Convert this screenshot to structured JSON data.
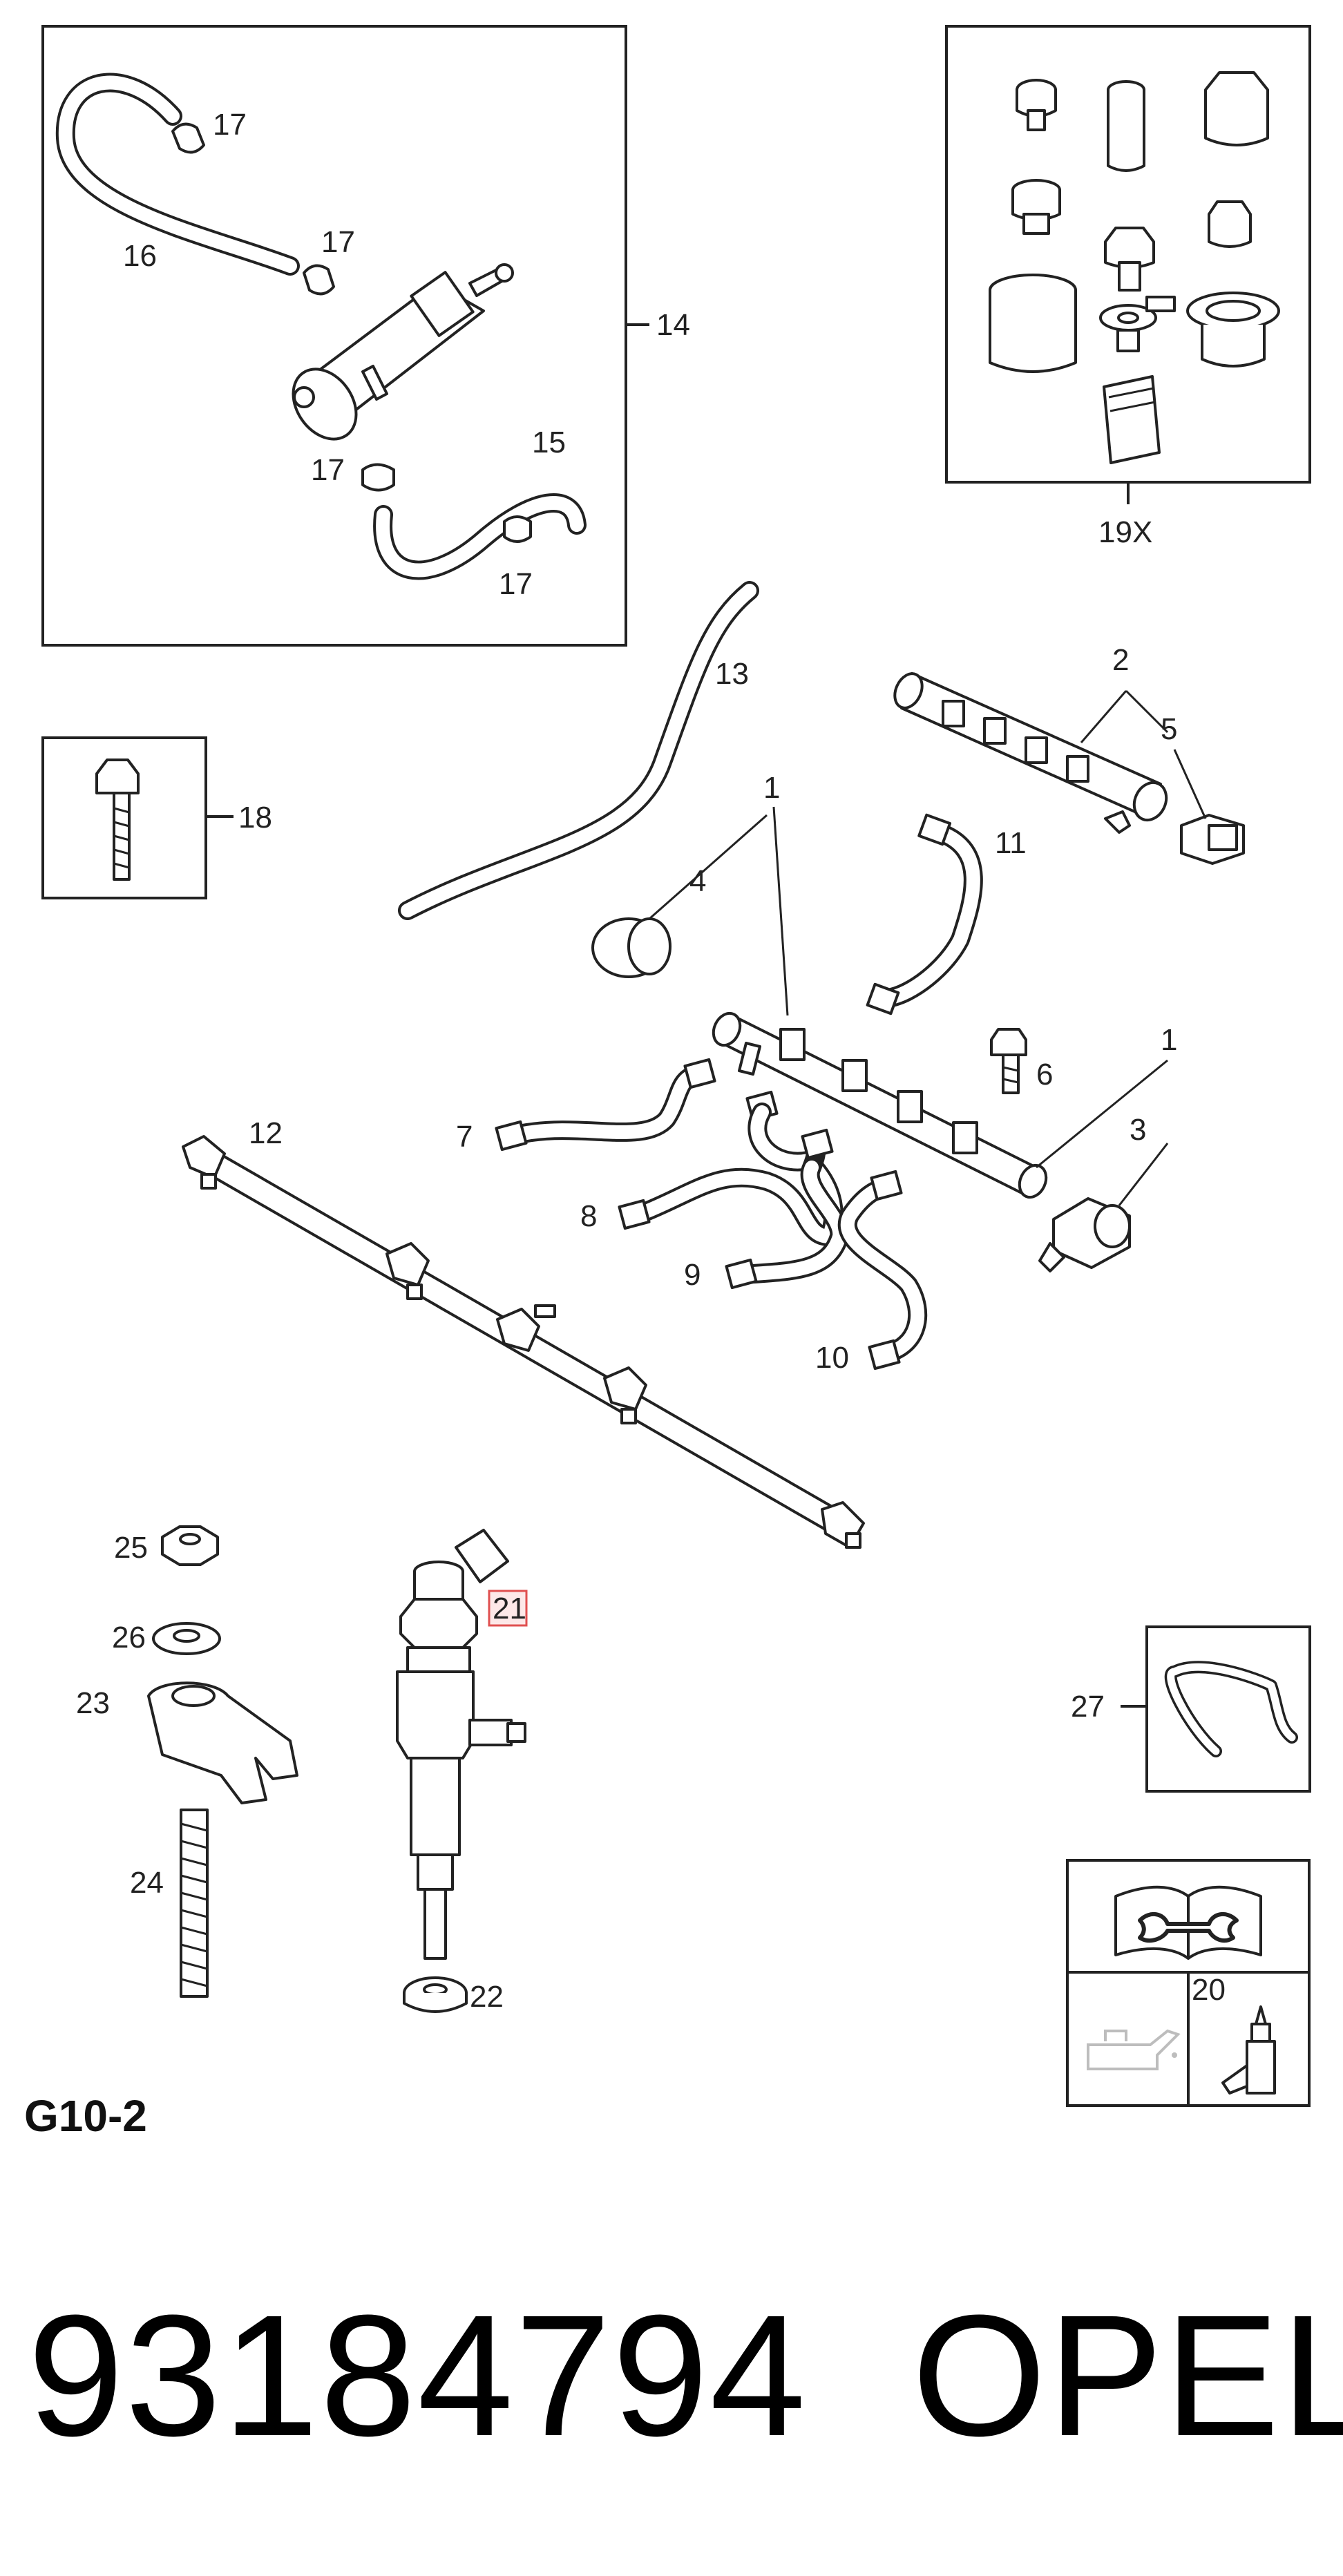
{
  "diagram": {
    "reference_code": "G10-2",
    "part_number": "93184794",
    "brand": "OPEL",
    "highlighted_callout": "21",
    "highlight_color": "#e05050",
    "callouts": {
      "c1a": "1",
      "c1b": "1",
      "c2": "2",
      "c3": "3",
      "c4": "4",
      "c5": "5",
      "c6": "6",
      "c7": "7",
      "c8": "8",
      "c9": "9",
      "c10": "10",
      "c11": "11",
      "c12": "12",
      "c13": "13",
      "c14": "14",
      "c15": "15",
      "c16": "16",
      "c17a": "17",
      "c17b": "17",
      "c17c": "17",
      "c17d": "17",
      "c18": "18",
      "c19x": "19X",
      "c20": "20",
      "c21": "21",
      "c22": "22",
      "c23": "23",
      "c24": "24",
      "c25": "25",
      "c26": "26",
      "c27": "27"
    }
  }
}
